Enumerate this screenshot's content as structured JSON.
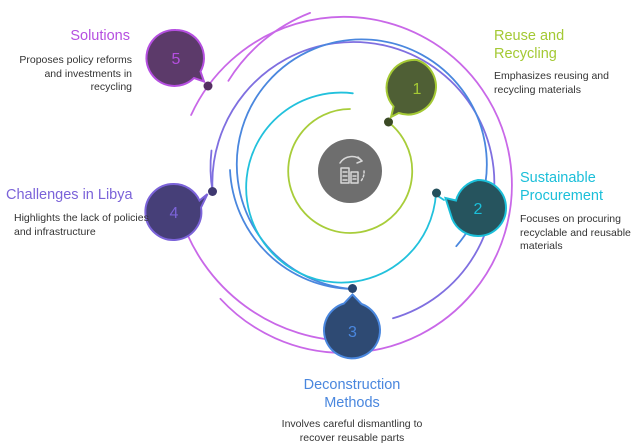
{
  "stages": [
    {
      "number": "1",
      "title": "Reuse and Recycling",
      "desc": "Emphasizes reusing and recycling materials",
      "color": "#a4c934",
      "fill": "#4f5f35"
    },
    {
      "number": "2",
      "title": "Sustainable Procurement",
      "desc": "Focuses on procuring recyclable and reusable materials",
      "color": "#1bbfd9",
      "fill": "#26545e"
    },
    {
      "number": "3",
      "title": "Deconstruction Methods",
      "desc": "Involves careful dismantling to recover reusable parts",
      "color": "#4a87de",
      "fill": "#2e4a73"
    },
    {
      "number": "4",
      "title": "Challenges in Libya",
      "desc": "Highlights the lack of policies and infrastructure",
      "color": "#7b63d9",
      "fill": "#463f78"
    },
    {
      "number": "5",
      "title": "Solutions",
      "desc": "Proposes policy reforms and investments in recycling",
      "color": "#b54fe0",
      "fill": "#5c3a6a"
    }
  ],
  "center_icon": "deconstruction-recycle-icon",
  "center_fill": "#6e6e6e"
}
